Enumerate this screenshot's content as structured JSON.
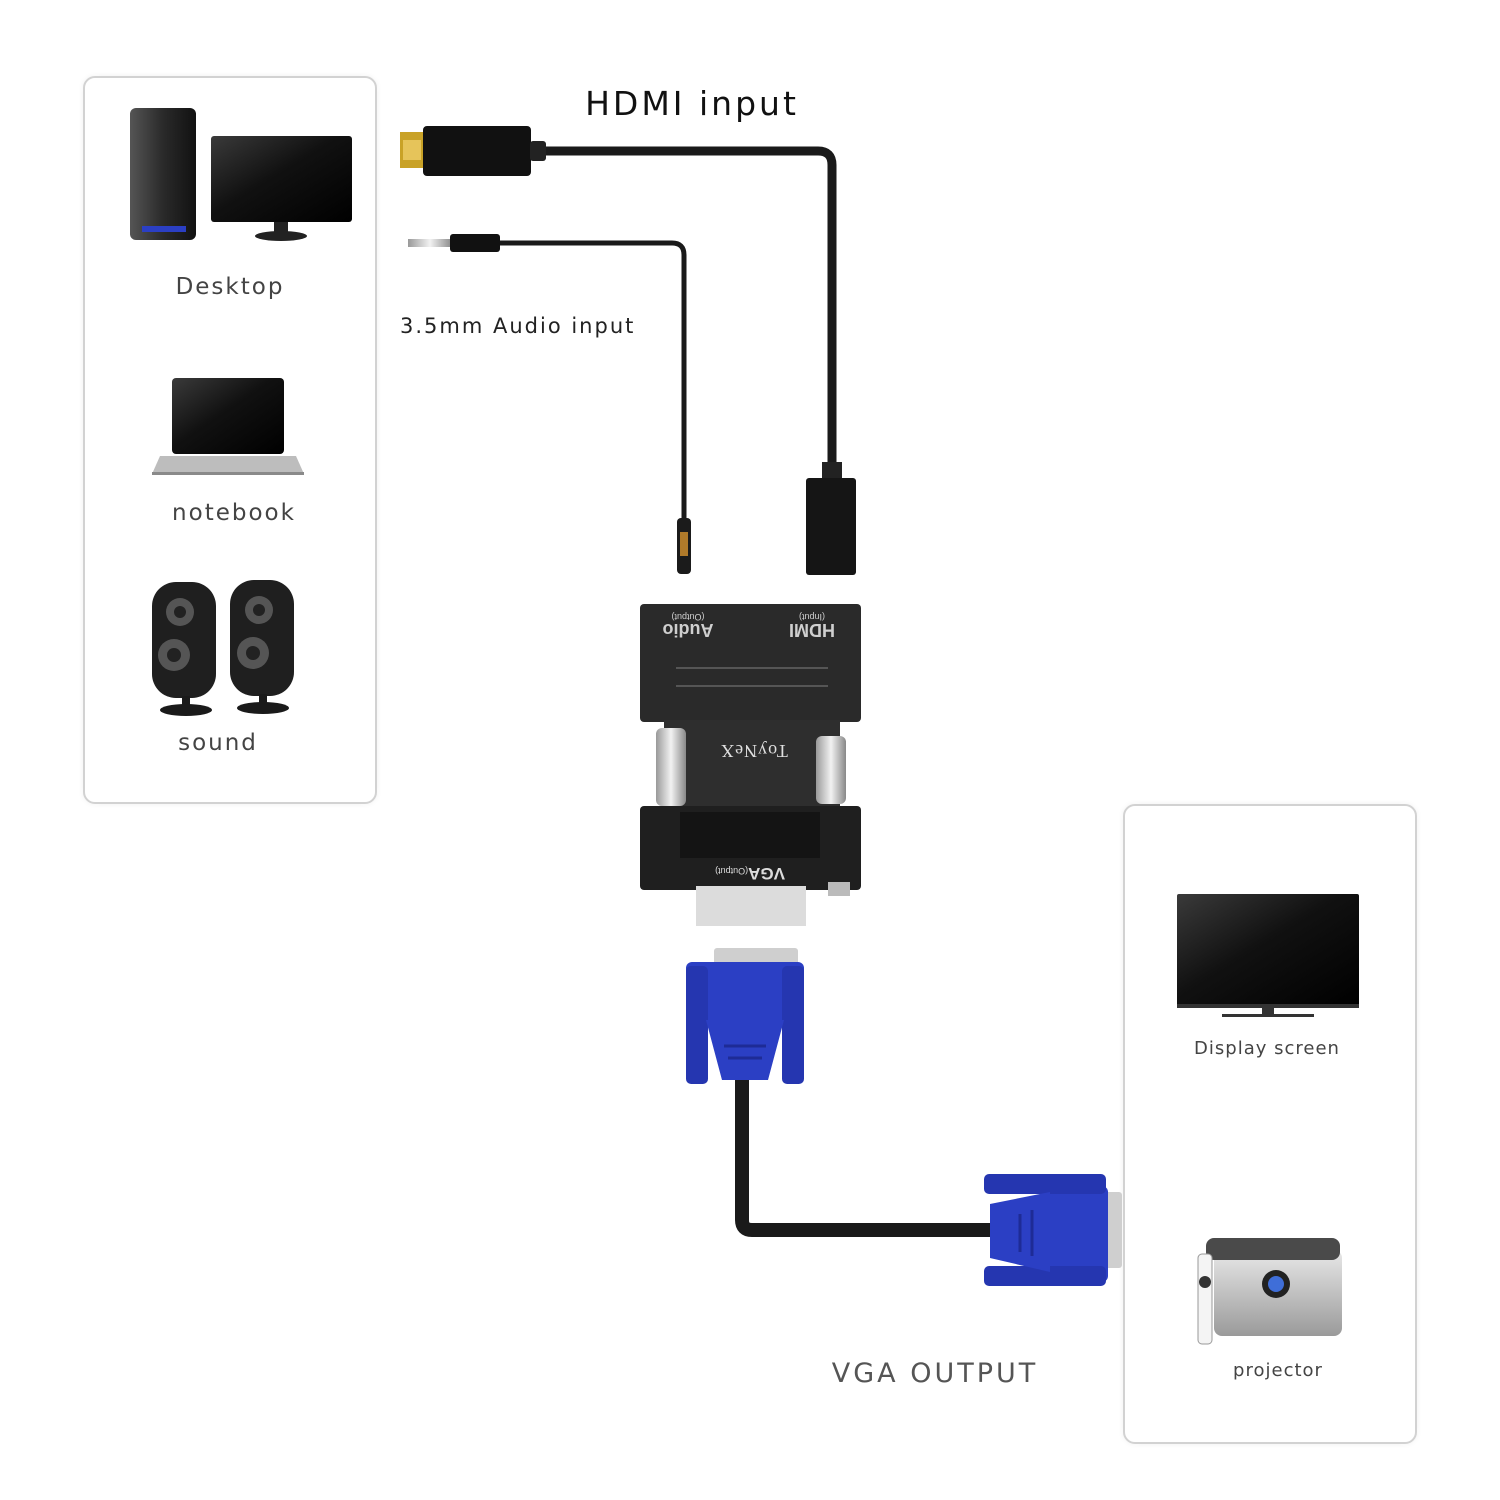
{
  "title": "HDMI input",
  "audio_label": "3.5mm Audio input",
  "vga_output_label": "VGA OUTPUT",
  "source_devices": [
    {
      "name": "desktop",
      "label": "Desktop"
    },
    {
      "name": "notebook",
      "label": "notebook"
    },
    {
      "name": "sound",
      "label": "sound"
    }
  ],
  "output_devices": [
    {
      "name": "display-screen",
      "label": "Display screen"
    },
    {
      "name": "projector",
      "label": "projector"
    }
  ],
  "adapter": {
    "brand": "ToyNeX",
    "port_hdmi": "HDMI",
    "port_hdmi_sub": "(Input)",
    "port_audio": "Audio",
    "port_audio_sub": "(Output)",
    "port_vga": "VGA",
    "port_vga_sub": "(Output)"
  },
  "colors": {
    "connector_blue": "#2b3fc4",
    "cable": "#1a1a1a",
    "adapter_body": "#2a2a2a"
  }
}
